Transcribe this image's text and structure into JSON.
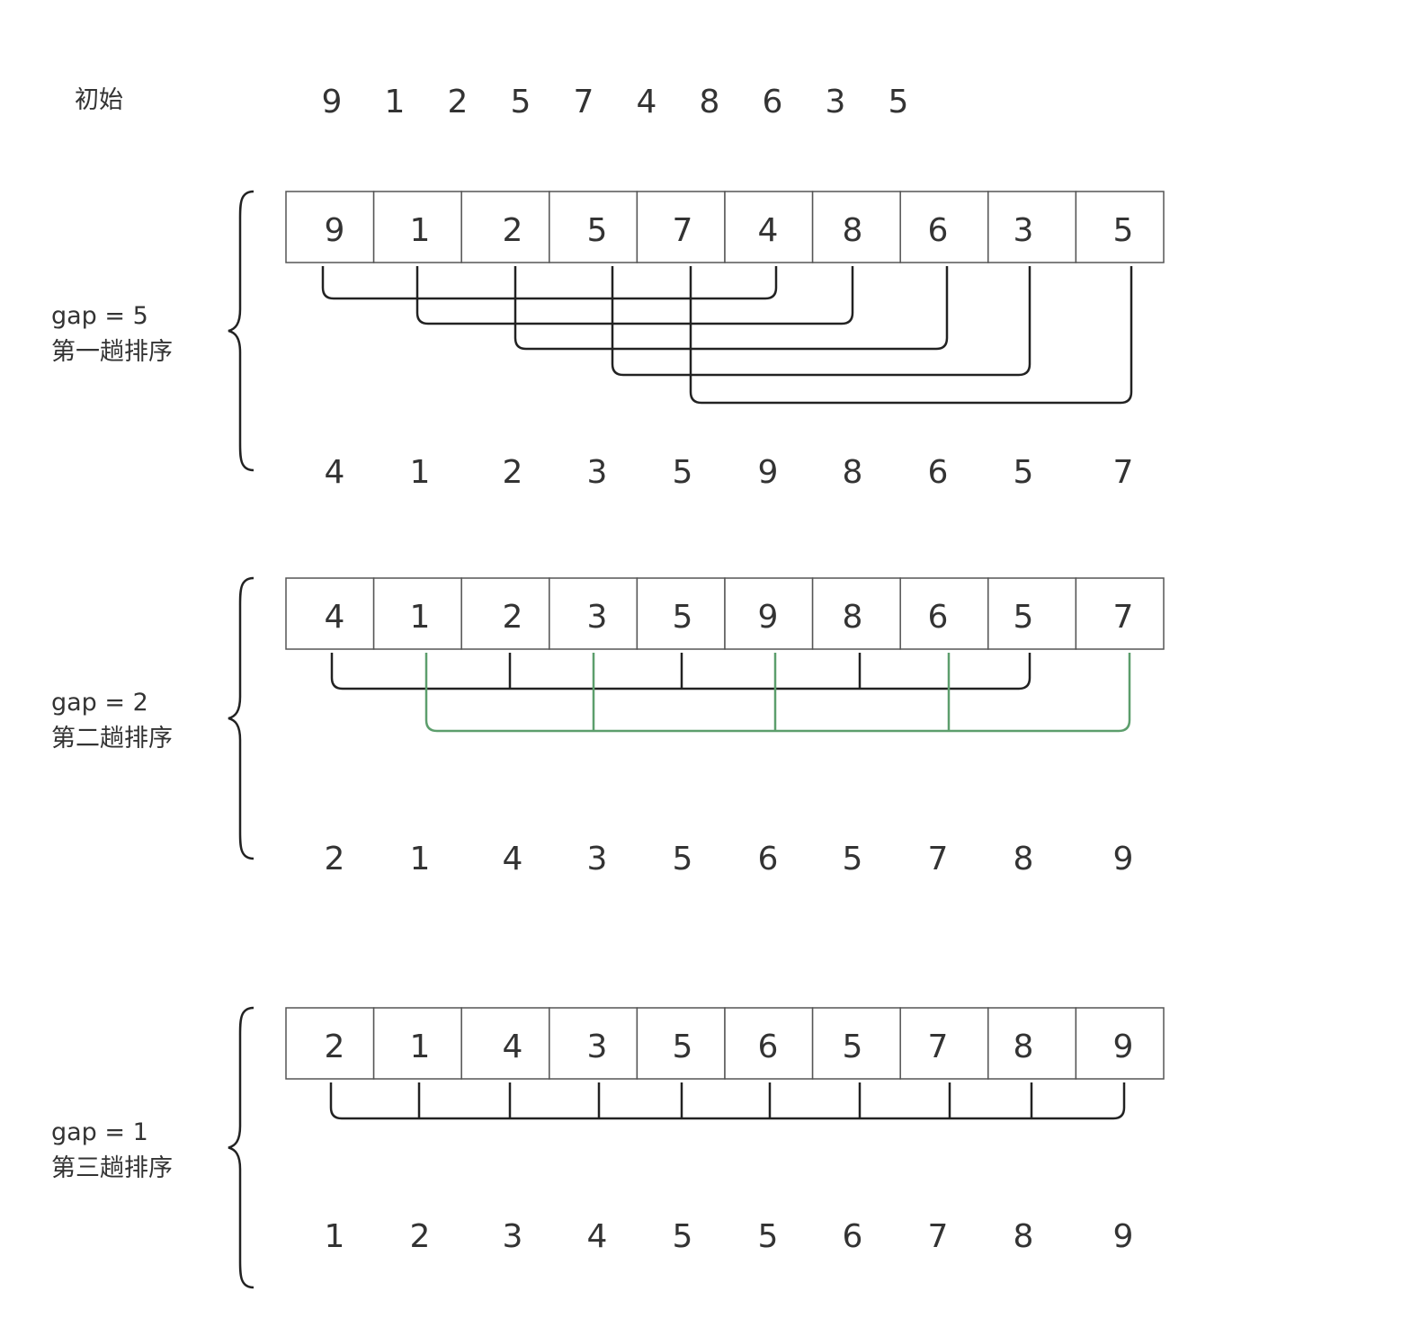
{
  "initial": {
    "label": "初始",
    "values": [
      "9",
      "1",
      "2",
      "5",
      "7",
      "4",
      "8",
      "6",
      "3",
      "5"
    ]
  },
  "passes": [
    {
      "gap_label": "gap = 5",
      "pass_label": "第一趟排序",
      "input": [
        "9",
        "1",
        "2",
        "5",
        "7",
        "4",
        "8",
        "6",
        "3",
        "5"
      ],
      "groups": [
        {
          "indices": [
            0,
            5
          ],
          "color": "#222222"
        },
        {
          "indices": [
            1,
            6
          ],
          "color": "#222222"
        },
        {
          "indices": [
            2,
            7
          ],
          "color": "#222222"
        },
        {
          "indices": [
            3,
            8
          ],
          "color": "#222222"
        },
        {
          "indices": [
            4,
            9
          ],
          "color": "#222222"
        }
      ],
      "output": [
        "4",
        "1",
        "2",
        "3",
        "5",
        "9",
        "8",
        "6",
        "5",
        "7"
      ]
    },
    {
      "gap_label": "gap = 2",
      "pass_label": "第二趟排序",
      "input": [
        "4",
        "1",
        "2",
        "3",
        "5",
        "9",
        "8",
        "6",
        "5",
        "7"
      ],
      "groups": [
        {
          "indices": [
            0,
            2,
            4,
            6,
            8
          ],
          "color": "#222222"
        },
        {
          "indices": [
            1,
            3,
            5,
            7,
            9
          ],
          "color": "#5c9e6c"
        }
      ],
      "output": [
        "2",
        "1",
        "4",
        "3",
        "5",
        "6",
        "5",
        "7",
        "8",
        "9"
      ]
    },
    {
      "gap_label": "gap = 1",
      "pass_label": "第三趟排序",
      "input": [
        "2",
        "1",
        "4",
        "3",
        "5",
        "6",
        "5",
        "7",
        "8",
        "9"
      ],
      "groups": [
        {
          "indices": [
            0,
            1,
            2,
            3,
            4,
            5,
            6,
            7,
            8,
            9
          ],
          "color": "#222222"
        }
      ],
      "output": [
        "1",
        "2",
        "3",
        "4",
        "5",
        "5",
        "6",
        "7",
        "8",
        "9"
      ]
    }
  ],
  "colors": {
    "text": "#333333",
    "cell_border": "#555555",
    "connector": "#222222",
    "connector_alt": "#5c9e6c"
  }
}
